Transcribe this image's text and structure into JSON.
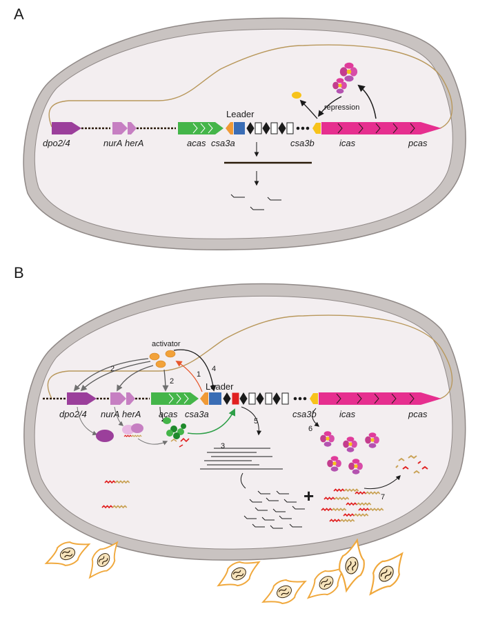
{
  "panels": {
    "a": {
      "label": "A",
      "genes": {
        "dpo": "dpo2/4",
        "nur": "nurA",
        "her": "herA",
        "acas": "acas",
        "csa3a": "csa3a",
        "csa3b": "csa3b",
        "icas": "icas",
        "pcas": "pcas"
      },
      "leader": "Leader",
      "repression": "repression"
    },
    "b": {
      "label": "B",
      "genes": {
        "dpo": "dpo2/4",
        "nur": "nurA",
        "her": "herA",
        "acas": "acas",
        "csa3a": "csa3a",
        "csa3b": "csa3b",
        "icas": "icas",
        "pcas": "pcas"
      },
      "leader": "Leader",
      "activator": "activator",
      "steps": [
        "1",
        "2",
        "2",
        "3",
        "4",
        "5",
        "6",
        "7"
      ],
      "plus": "+"
    }
  },
  "colors": {
    "cell_wall": "#c9c3c1",
    "cytoplasm": "#f3eef0",
    "chromosome": "#b8975a",
    "dpo": "#9b3f9b",
    "nur_her": "#c67fc2",
    "acas": "#44b549",
    "csa3a": "#f09a36",
    "leader": "#3a6db5",
    "csa3b": "#f7c31b",
    "icas": "#e62f8f",
    "spacer_red": "#e02020",
    "activator": "#f2a23a",
    "virus_outline": "#f0a83c",
    "step1_arrow": "#e8562a",
    "step3_arrow": "#2e9f48"
  }
}
